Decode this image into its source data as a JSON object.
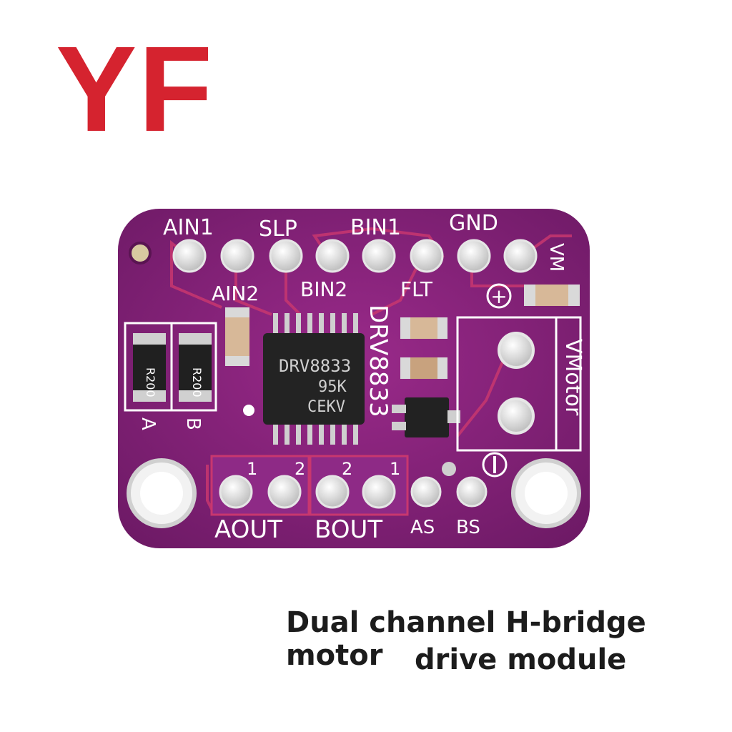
{
  "brand": {
    "logo": "YF"
  },
  "caption": {
    "line1": "Dual channel H-bridge motor",
    "line2": "drive module"
  },
  "board": {
    "top_labels": {
      "ain1": "AIN1",
      "slp": "SLP",
      "bin1": "BIN1",
      "gnd": "GND",
      "vm": "VM"
    },
    "mid_labels": {
      "ain2": "AIN2",
      "bin2": "BIN2",
      "flt": "FLT"
    },
    "chip": {
      "line1": "DRV8833",
      "line2": "95K",
      "line3": "CEKV"
    },
    "side_label": "DRV8833",
    "resistor_code": "R200",
    "sense_labels": {
      "a": "A",
      "b": "B"
    },
    "terminal_label": "VMotor",
    "plus_symbol": "+",
    "minus_symbol": "−",
    "pad_numbers": {
      "aout1": "1",
      "aout2": "2",
      "bout2": "2",
      "bout1": "1"
    },
    "bottom_labels": {
      "aout": "AOUT",
      "bout": "BOUT",
      "as": "AS",
      "bs": "BS"
    }
  }
}
